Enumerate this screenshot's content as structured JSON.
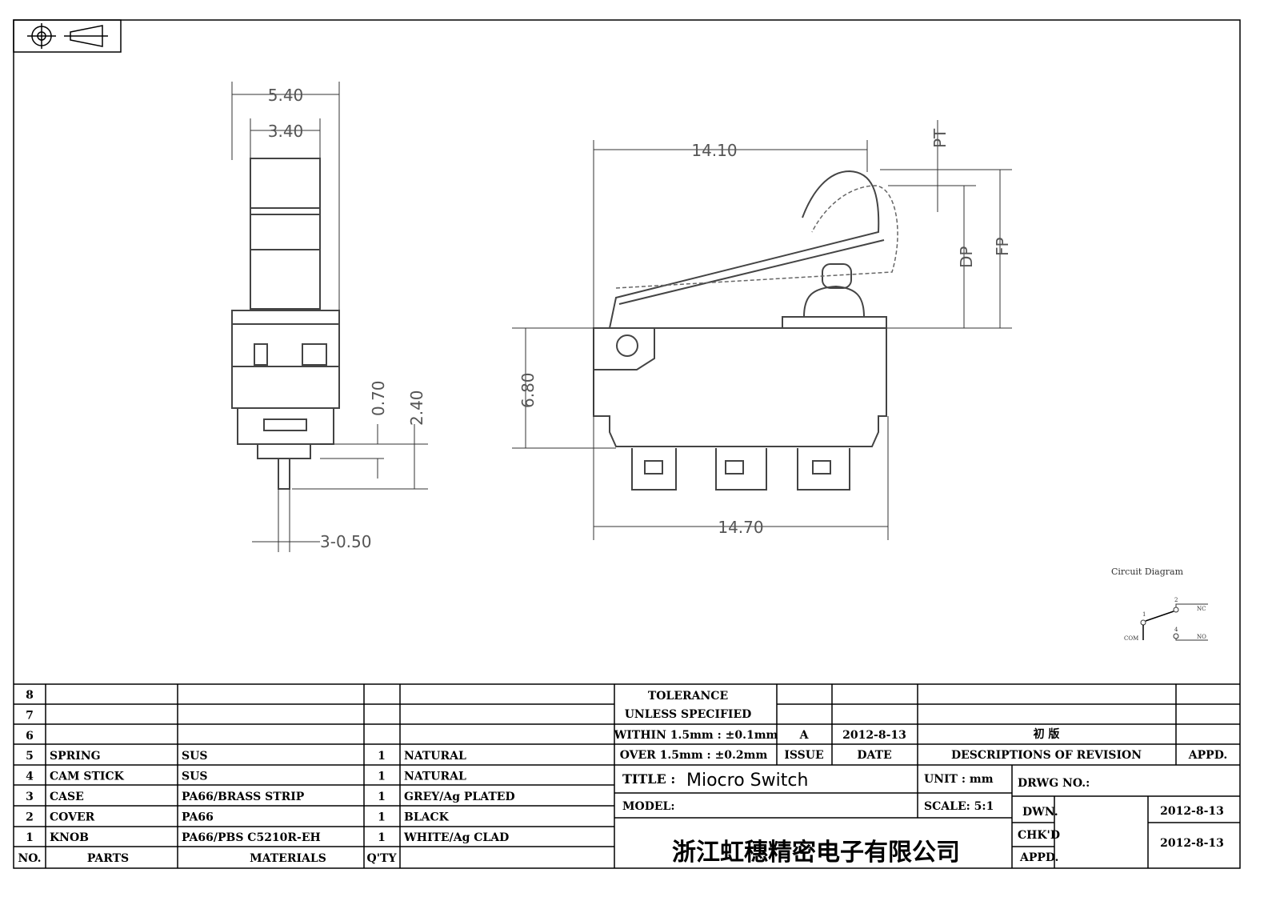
{
  "drawing": {
    "side_view": {
      "dims": [
        "5.40",
        "3.40",
        "0.70",
        "2.40",
        "3-0.50"
      ]
    },
    "front_view": {
      "dims": [
        "14.10",
        "PT",
        "DP",
        "FP",
        "6.80",
        "14.70"
      ]
    },
    "circuit": {
      "title": "Circuit Diagram",
      "pins": [
        "1",
        "2",
        "4"
      ],
      "labels": [
        "COM",
        "NC",
        "NO"
      ]
    }
  },
  "parts_table": {
    "rows": [
      {
        "no": "8",
        "part": "",
        "material": "",
        "qty": "",
        "finish": ""
      },
      {
        "no": "7",
        "part": "",
        "material": "",
        "qty": "",
        "finish": ""
      },
      {
        "no": "6",
        "part": "",
        "material": "",
        "qty": "",
        "finish": ""
      },
      {
        "no": "5",
        "part": "SPRING",
        "material": "SUS",
        "qty": "1",
        "finish": "NATURAL"
      },
      {
        "no": "4",
        "part": "CAM STICK",
        "material": "SUS",
        "qty": "1",
        "finish": "NATURAL"
      },
      {
        "no": "3",
        "part": "CASE",
        "material": "PA66/BRASS STRIP",
        "qty": "1",
        "finish": "GREY/Ag PLATED"
      },
      {
        "no": "2",
        "part": "COVER",
        "material": "PA66",
        "qty": "1",
        "finish": "BLACK"
      },
      {
        "no": "1",
        "part": "KNOB",
        "material": "PA66/PBS C5210R-EH",
        "qty": "1",
        "finish": "WHITE/Ag CLAD"
      }
    ],
    "headers": {
      "no": "NO.",
      "parts": "PARTS",
      "materials": "MATERIALS",
      "qty": "Q'TY"
    }
  },
  "title_block": {
    "tolerance_1": "TOLERANCE",
    "tolerance_2": "UNLESS  SPECIFIED",
    "within": "WITHIN 1.5mm : ±0.1mm",
    "over": "OVER 1.5mm : ±0.2mm",
    "issue_value": "A",
    "date_value": "2012-8-13",
    "revision_value": "初 版",
    "issue_label": "ISSUE",
    "date_label": "DATE",
    "revision_label": "DESCRIPTIONS OF REVISION",
    "appd_label": "APPD.",
    "title_label": "TITLE :",
    "title_value": "Miocro Switch",
    "unit": "UNIT :  mm",
    "drwg_no": "DRWG NO.:",
    "model": "MODEL:",
    "scale": "SCALE:  5:1",
    "dwn_label": "DWN.",
    "dwn_date": "2012-8-13",
    "chkd_label": "CHK'D",
    "chkd_date": "2012-8-13",
    "appd2_label": "APPD.",
    "company": "浙江虹穗精密电子有限公司"
  }
}
